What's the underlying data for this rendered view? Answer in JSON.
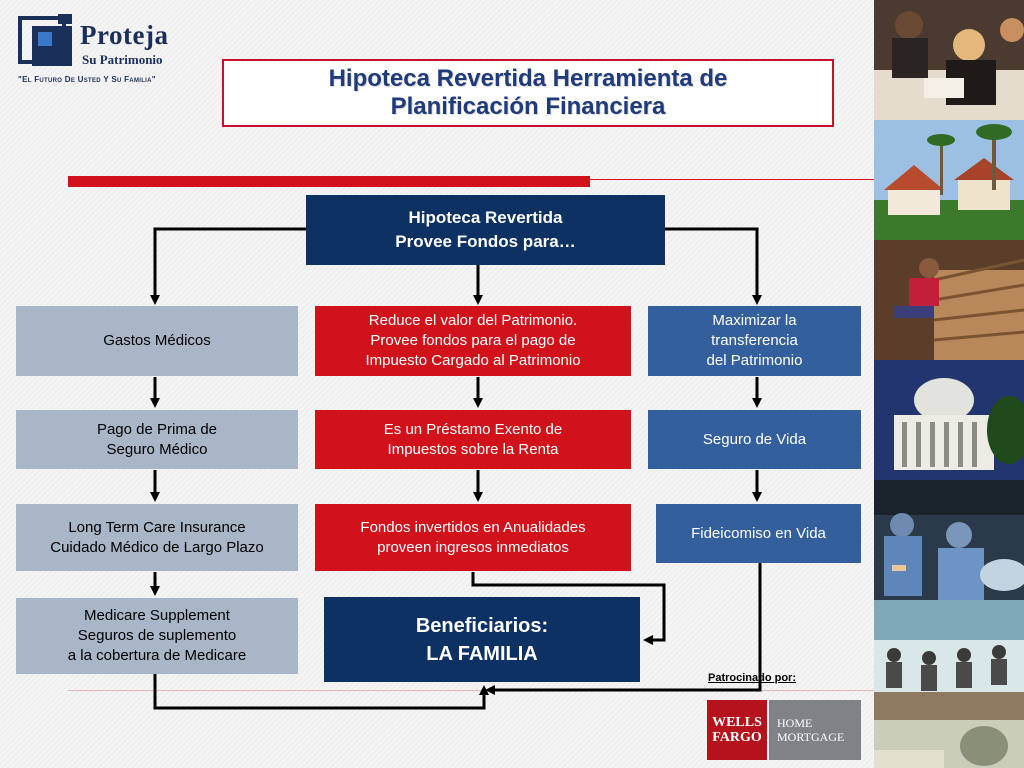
{
  "logo": {
    "name": "Proteja",
    "subname": "Su Patrimonio",
    "tagline": "\"El Futuro De Usted Y Su Familia\""
  },
  "title": "Hipoteca Revertida Herramienta de\nPlanificación Financiera",
  "top_box": "Hipoteca Revertida\nProvee Fondos para…",
  "left_column": [
    "Gastos Médicos",
    "Pago de Prima de\nSeguro Médico",
    "Long Term Care Insurance\nCuidado Médico de Largo Plazo",
    "Medicare Supplement\nSeguros de suplemento\na la cobertura de Medicare"
  ],
  "middle_column": [
    "Reduce el valor del Patrimonio.\nProvee fondos para el pago de\nImpuesto Cargado al Patrimonio",
    "Es un Préstamo Exento de\nImpuestos sobre la Renta",
    "Fondos invertidos en Anualidades\nproveen ingresos inmediatos"
  ],
  "right_column": [
    "Maximizar la\ntransferencia\ndel Patrimonio",
    "Seguro de Vida",
    "Fideicomiso en Vida"
  ],
  "beneficiaries": "Beneficiarios:\nLA FAMILIA",
  "sponsor": {
    "label": "Patrocinado por:",
    "brand": "WELLS\nFARGO",
    "division": "HOME\nMORTGAGE"
  },
  "colors": {
    "red": "#d2121b",
    "navy": "#0d3163",
    "blue": "#33609d",
    "grey": "#a9b6c8",
    "title": "#1f3b7a"
  }
}
